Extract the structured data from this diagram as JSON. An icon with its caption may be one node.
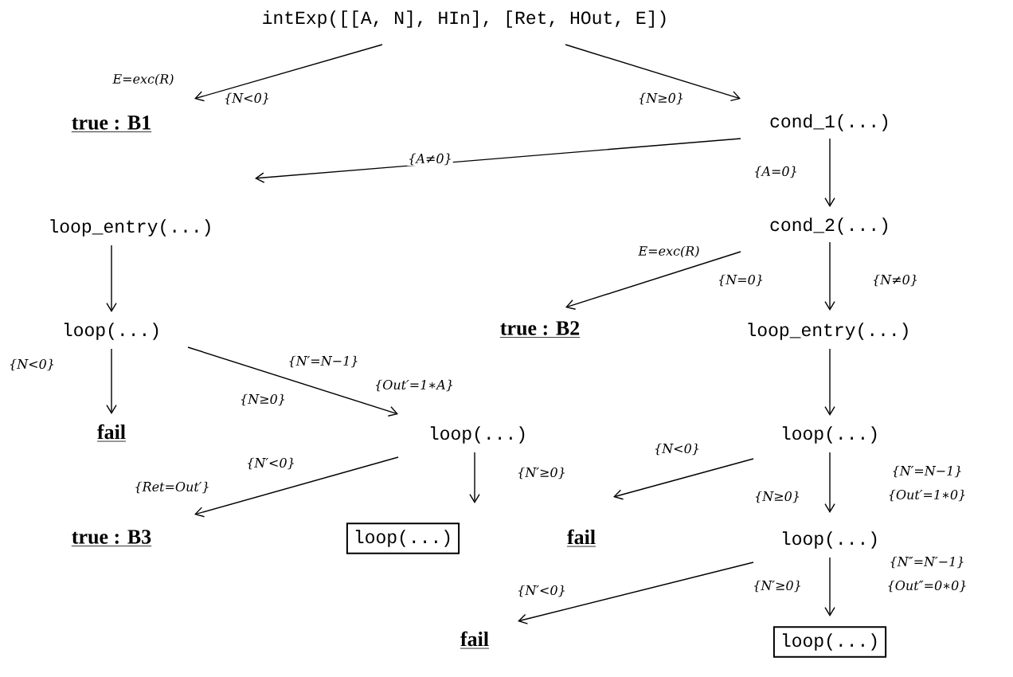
{
  "diagram": {
    "nodes": [
      {
        "text": [
          "intExp([[A, N], HIn], [Ret, HOut, E])"
        ]
      },
      {
        "text": [
          "true : B1"
        ]
      },
      {
        "text": [
          "cond_1(...)"
        ]
      },
      {
        "text": [
          "loop_entry(...)"
        ]
      },
      {
        "text": [
          "cond_2(...)"
        ]
      },
      {
        "text": [
          "loop(...)"
        ]
      },
      {
        "text": [
          "true : B2"
        ]
      },
      {
        "text": [
          "loop_entry(...)"
        ]
      },
      {
        "text": [
          "fail"
        ]
      },
      {
        "text": [
          "loop(...)"
        ]
      },
      {
        "text": [
          "loop(...)"
        ]
      },
      {
        "text": [
          "true : B3"
        ]
      },
      {
        "text": [
          "loop(...)"
        ]
      },
      {
        "text": [
          "fail"
        ]
      },
      {
        "text": [
          "loop(...)"
        ]
      },
      {
        "text": [
          "fail"
        ]
      },
      {
        "text": [
          "loop(...)"
        ]
      }
    ],
    "edges": [
      {
        "from": 0,
        "to": 1,
        "arrow": "to",
        "label": "{N<0}"
      },
      {
        "from": 0,
        "to": 2,
        "arrow": "to",
        "label": "{N≥0}"
      },
      {
        "from": 2,
        "to": 3,
        "arrow": "to",
        "label": "{A≠0}"
      },
      {
        "from": 2,
        "to": 4,
        "arrow": "to",
        "label": "{A=0}"
      },
      {
        "from": 4,
        "to": 6,
        "arrow": "to",
        "label": "{N=0}"
      },
      {
        "from": 4,
        "to": 7,
        "arrow": "to",
        "label": "{N≠0}"
      },
      {
        "from": 3,
        "to": 5,
        "arrow": "to"
      },
      {
        "from": 5,
        "to": 8,
        "arrow": "to",
        "label": "{N<0}"
      },
      {
        "from": 5,
        "to": 9,
        "arrow": "to",
        "label": "{N≥0}"
      },
      {
        "from": 9,
        "to": 11,
        "arrow": "to",
        "label": "{N′<0}"
      },
      {
        "from": 9,
        "to": 12,
        "arrow": "to",
        "label": "{N′≥0}"
      },
      {
        "from": 7,
        "to": 10,
        "arrow": "to"
      },
      {
        "from": 10,
        "to": 13,
        "arrow": "to",
        "label": "{N<0}"
      },
      {
        "from": 10,
        "to": 14,
        "arrow": "to",
        "label": "{N≥0}"
      },
      {
        "from": 14,
        "to": 15,
        "arrow": "to",
        "label": "{N′<0}"
      },
      {
        "from": 14,
        "to": 16,
        "arrow": "to",
        "label": "{N′≥0}"
      }
    ],
    "labels": [
      "E=exc(R)",
      "E=exc(R)",
      "{N′=N−1}",
      "{Out′=1∗A}",
      "{N′=N−1}",
      "{Ret=Out′}",
      "{Out′=1∗0}",
      "{N″=N′−1}",
      "{Out″=0∗0}"
    ]
  }
}
